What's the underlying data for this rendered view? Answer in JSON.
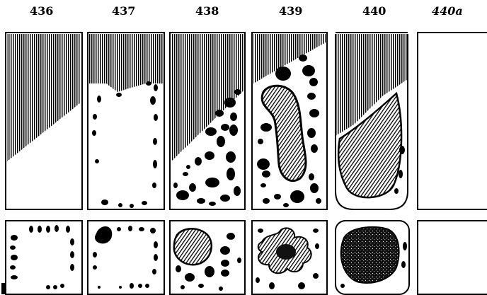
{
  "figures": [
    {
      "label": "436"
    },
    {
      "label": "437"
    },
    {
      "label": "438"
    },
    {
      "label": "439"
    },
    {
      "label": "440"
    },
    {
      "label": "440a"
    }
  ],
  "colors": {
    "ink": "#000000",
    "paper": "#ffffff"
  }
}
